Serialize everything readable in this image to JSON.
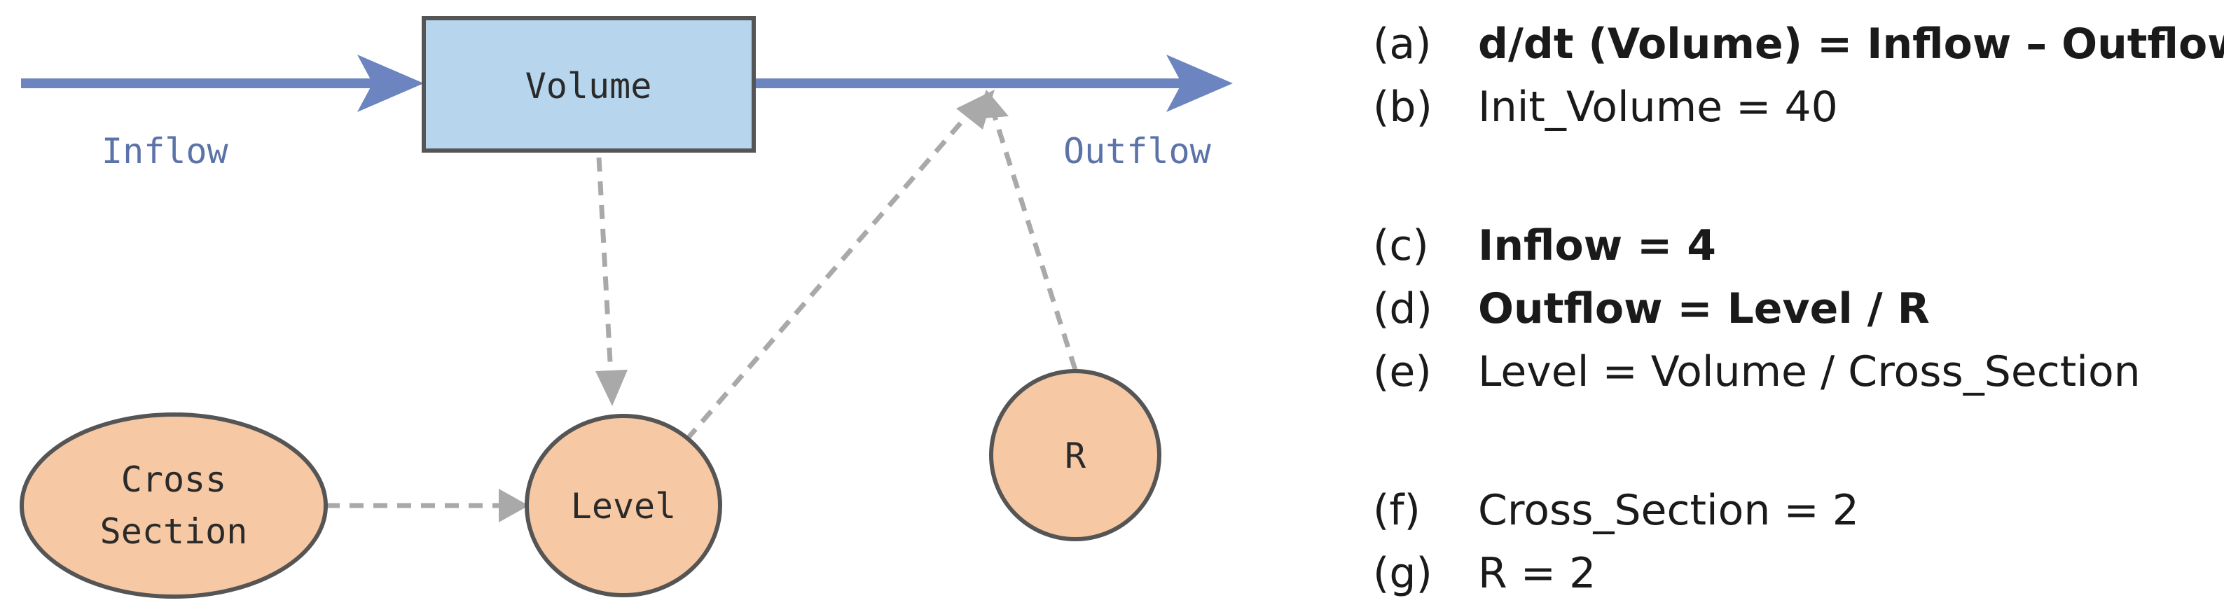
{
  "diagram": {
    "stock": {
      "label": "Volume"
    },
    "flows": {
      "inflow": "Inflow",
      "outflow": "Outflow"
    },
    "variables": {
      "cross_section": {
        "line1": "Cross",
        "line2": "Section"
      },
      "level": "Level",
      "r": "R"
    },
    "colors": {
      "flow_arrow": "#6c84bf",
      "flow_text": "#5b73a8",
      "stock_fill": "#b7d6ee",
      "variable_fill": "#f6c8a3",
      "outline": "#555555",
      "link_dashed": "#a9a9a9"
    }
  },
  "equations": {
    "groups": [
      [
        {
          "tag": "(a)",
          "text": "d/dt (Volume) = Inflow – Outflow",
          "bold": true
        },
        {
          "tag": "(b)",
          "text": "Init_Volume = 40",
          "bold": false
        }
      ],
      [
        {
          "tag": "(c)",
          "text": "Inflow = 4",
          "bold": true
        },
        {
          "tag": "(d)",
          "text": "Outflow = Level / R",
          "bold": true
        },
        {
          "tag": "(e)",
          "text": "Level = Volume / Cross_Section",
          "bold": false
        }
      ],
      [
        {
          "tag": "(f)",
          "text": "Cross_Section = 2",
          "bold": false
        },
        {
          "tag": "(g)",
          "text": "R = 2",
          "bold": false
        }
      ]
    ]
  }
}
